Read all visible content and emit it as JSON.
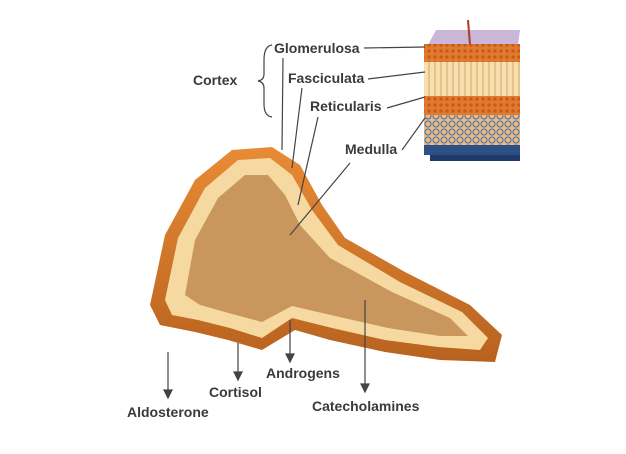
{
  "title": "Adrenal gland structure",
  "cortex": {
    "label": "Cortex",
    "zones": [
      "Glomerulosa",
      "Fasciculata",
      "Reticularis"
    ]
  },
  "medulla_label": "Medulla",
  "hormones": [
    "Aldosterone",
    "Cortisol",
    "Androgens",
    "Catecholamines"
  ],
  "colors": {
    "rim": "#d97a2b",
    "cortex_cream": "#f6d9a0",
    "medulla": "#c9975e",
    "text": "#3a3a3a"
  }
}
